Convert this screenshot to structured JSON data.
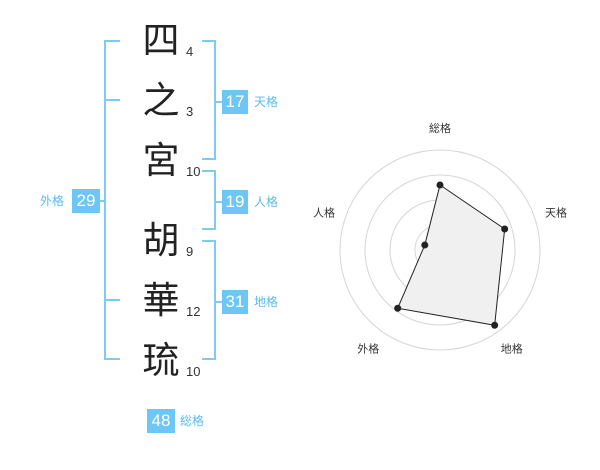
{
  "name": {
    "chars": [
      {
        "char": "四",
        "strokes": "4"
      },
      {
        "char": "之",
        "strokes": "3"
      },
      {
        "char": "宮",
        "strokes": "10"
      },
      {
        "char": "胡",
        "strokes": "9"
      },
      {
        "char": "華",
        "strokes": "12"
      },
      {
        "char": "琉",
        "strokes": "10"
      }
    ]
  },
  "fortunes": {
    "tenkaku": {
      "value": "17",
      "label": "天格"
    },
    "jinkaku": {
      "value": "19",
      "label": "人格"
    },
    "chikaku": {
      "value": "31",
      "label": "地格"
    },
    "gaikaku": {
      "value": "29",
      "label": "外格"
    },
    "soukaku": {
      "value": "48",
      "label": "総格"
    }
  },
  "colors": {
    "accent": "#6ec6f5",
    "bracket": "#7fc9f2",
    "radar_fill": "#f0f0f0",
    "radar_grid": "#d5d5d5"
  },
  "chart_data": {
    "type": "radar",
    "axes": [
      "総格",
      "天格",
      "地格",
      "外格",
      "人格"
    ],
    "values": [
      0.65,
      0.68,
      0.93,
      0.72,
      0.16
    ],
    "rings": 4,
    "scale_max": 1
  }
}
